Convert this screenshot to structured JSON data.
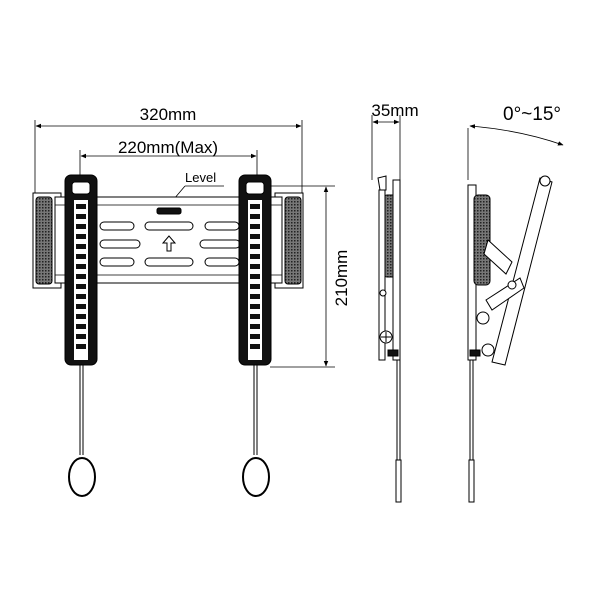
{
  "dimensions": {
    "overall_width": "320mm",
    "max_spacing": "220mm(Max)",
    "height": "210mm",
    "depth": "35mm",
    "tilt_range": "0°~15°"
  },
  "labels": {
    "level": "Level"
  }
}
